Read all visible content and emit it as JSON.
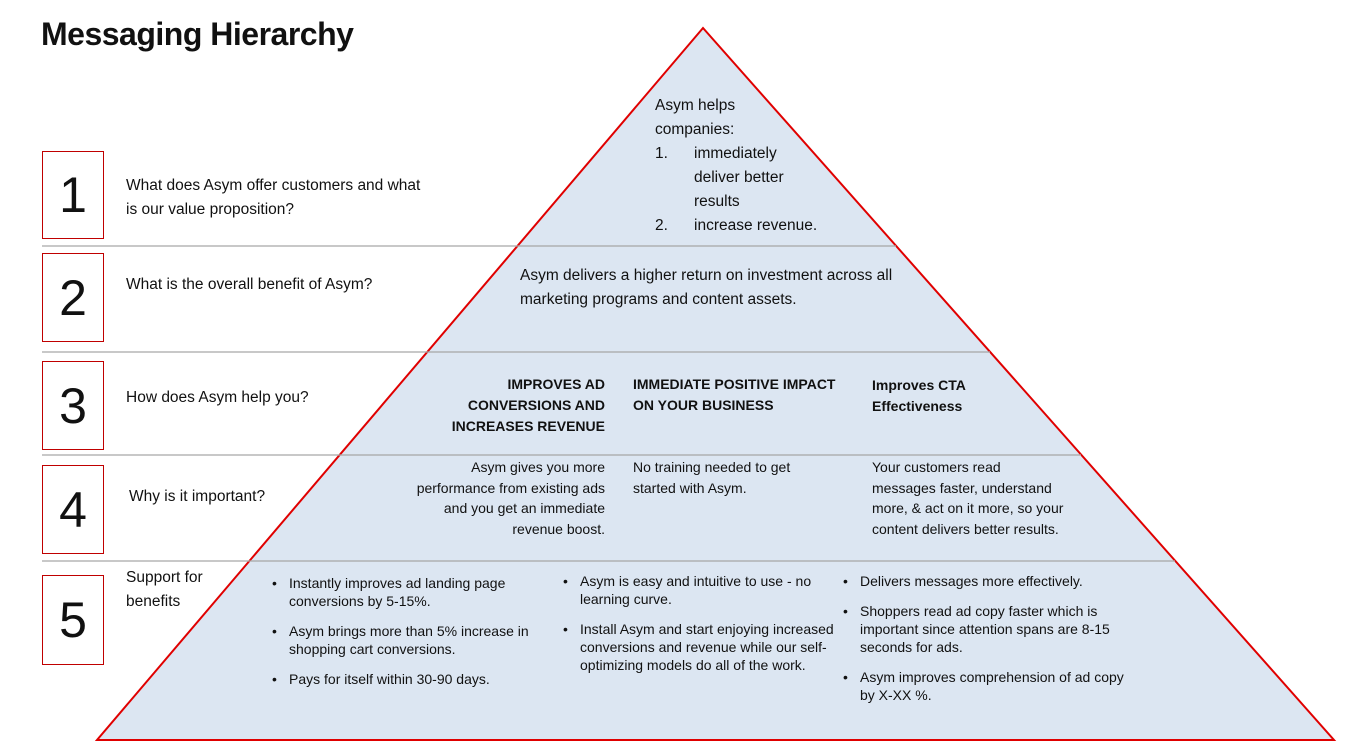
{
  "title": "Messaging Hierarchy",
  "colors": {
    "fill": "#dce6f2",
    "outline": "#e00000",
    "divider": "#a6a6a6"
  },
  "levels": [
    {
      "number": "1",
      "question": "What does Asym offer customers and what is our value proposition?"
    },
    {
      "number": "2",
      "question": "What is the overall benefit of Asym?"
    },
    {
      "number": "3",
      "question": "How does Asym help you?"
    },
    {
      "number": "4",
      "question": "Why is it important?"
    },
    {
      "number": "5",
      "question": "Support for benefits"
    }
  ],
  "tier1": {
    "intro": "Asym helps companies:",
    "items": [
      {
        "n": "1.",
        "text": "immediately deliver better results"
      },
      {
        "n": "2.",
        "text": "increase revenue."
      }
    ]
  },
  "tier2": {
    "text": "Asym delivers a higher return on investment across all marketing programs and content assets."
  },
  "columns": [
    {
      "heading": "IMPROVES AD CONVERSIONS AND INCREASES REVENUE",
      "importance": "Asym gives you more performance from existing ads and you get an immediate revenue boost.",
      "support": [
        "Instantly improves ad landing page conversions by 5-15%.",
        "Asym brings more than 5% increase in shopping cart conversions.",
        "Pays for itself within 30-90 days."
      ]
    },
    {
      "heading": "IMMEDIATE POSITIVE IMPACT ON YOUR BUSINESS",
      "importance": "No training needed  to get started with Asym.",
      "support": [
        "Asym is easy and intuitive to use - no learning curve.",
        "Install Asym and start enjoying increased conversions and revenue while our self-optimizing models do all of the work."
      ]
    },
    {
      "heading": "Improves CTA Effectiveness",
      "importance": "Your customers read messages faster, understand more, & act on it more, so your content delivers better results.",
      "support": [
        "Delivers messages more effectively.",
        "Shoppers read ad copy faster which is important since attention spans are 8-15 seconds for ads.",
        "Asym improves comprehension of ad copy by X-XX %."
      ]
    }
  ]
}
